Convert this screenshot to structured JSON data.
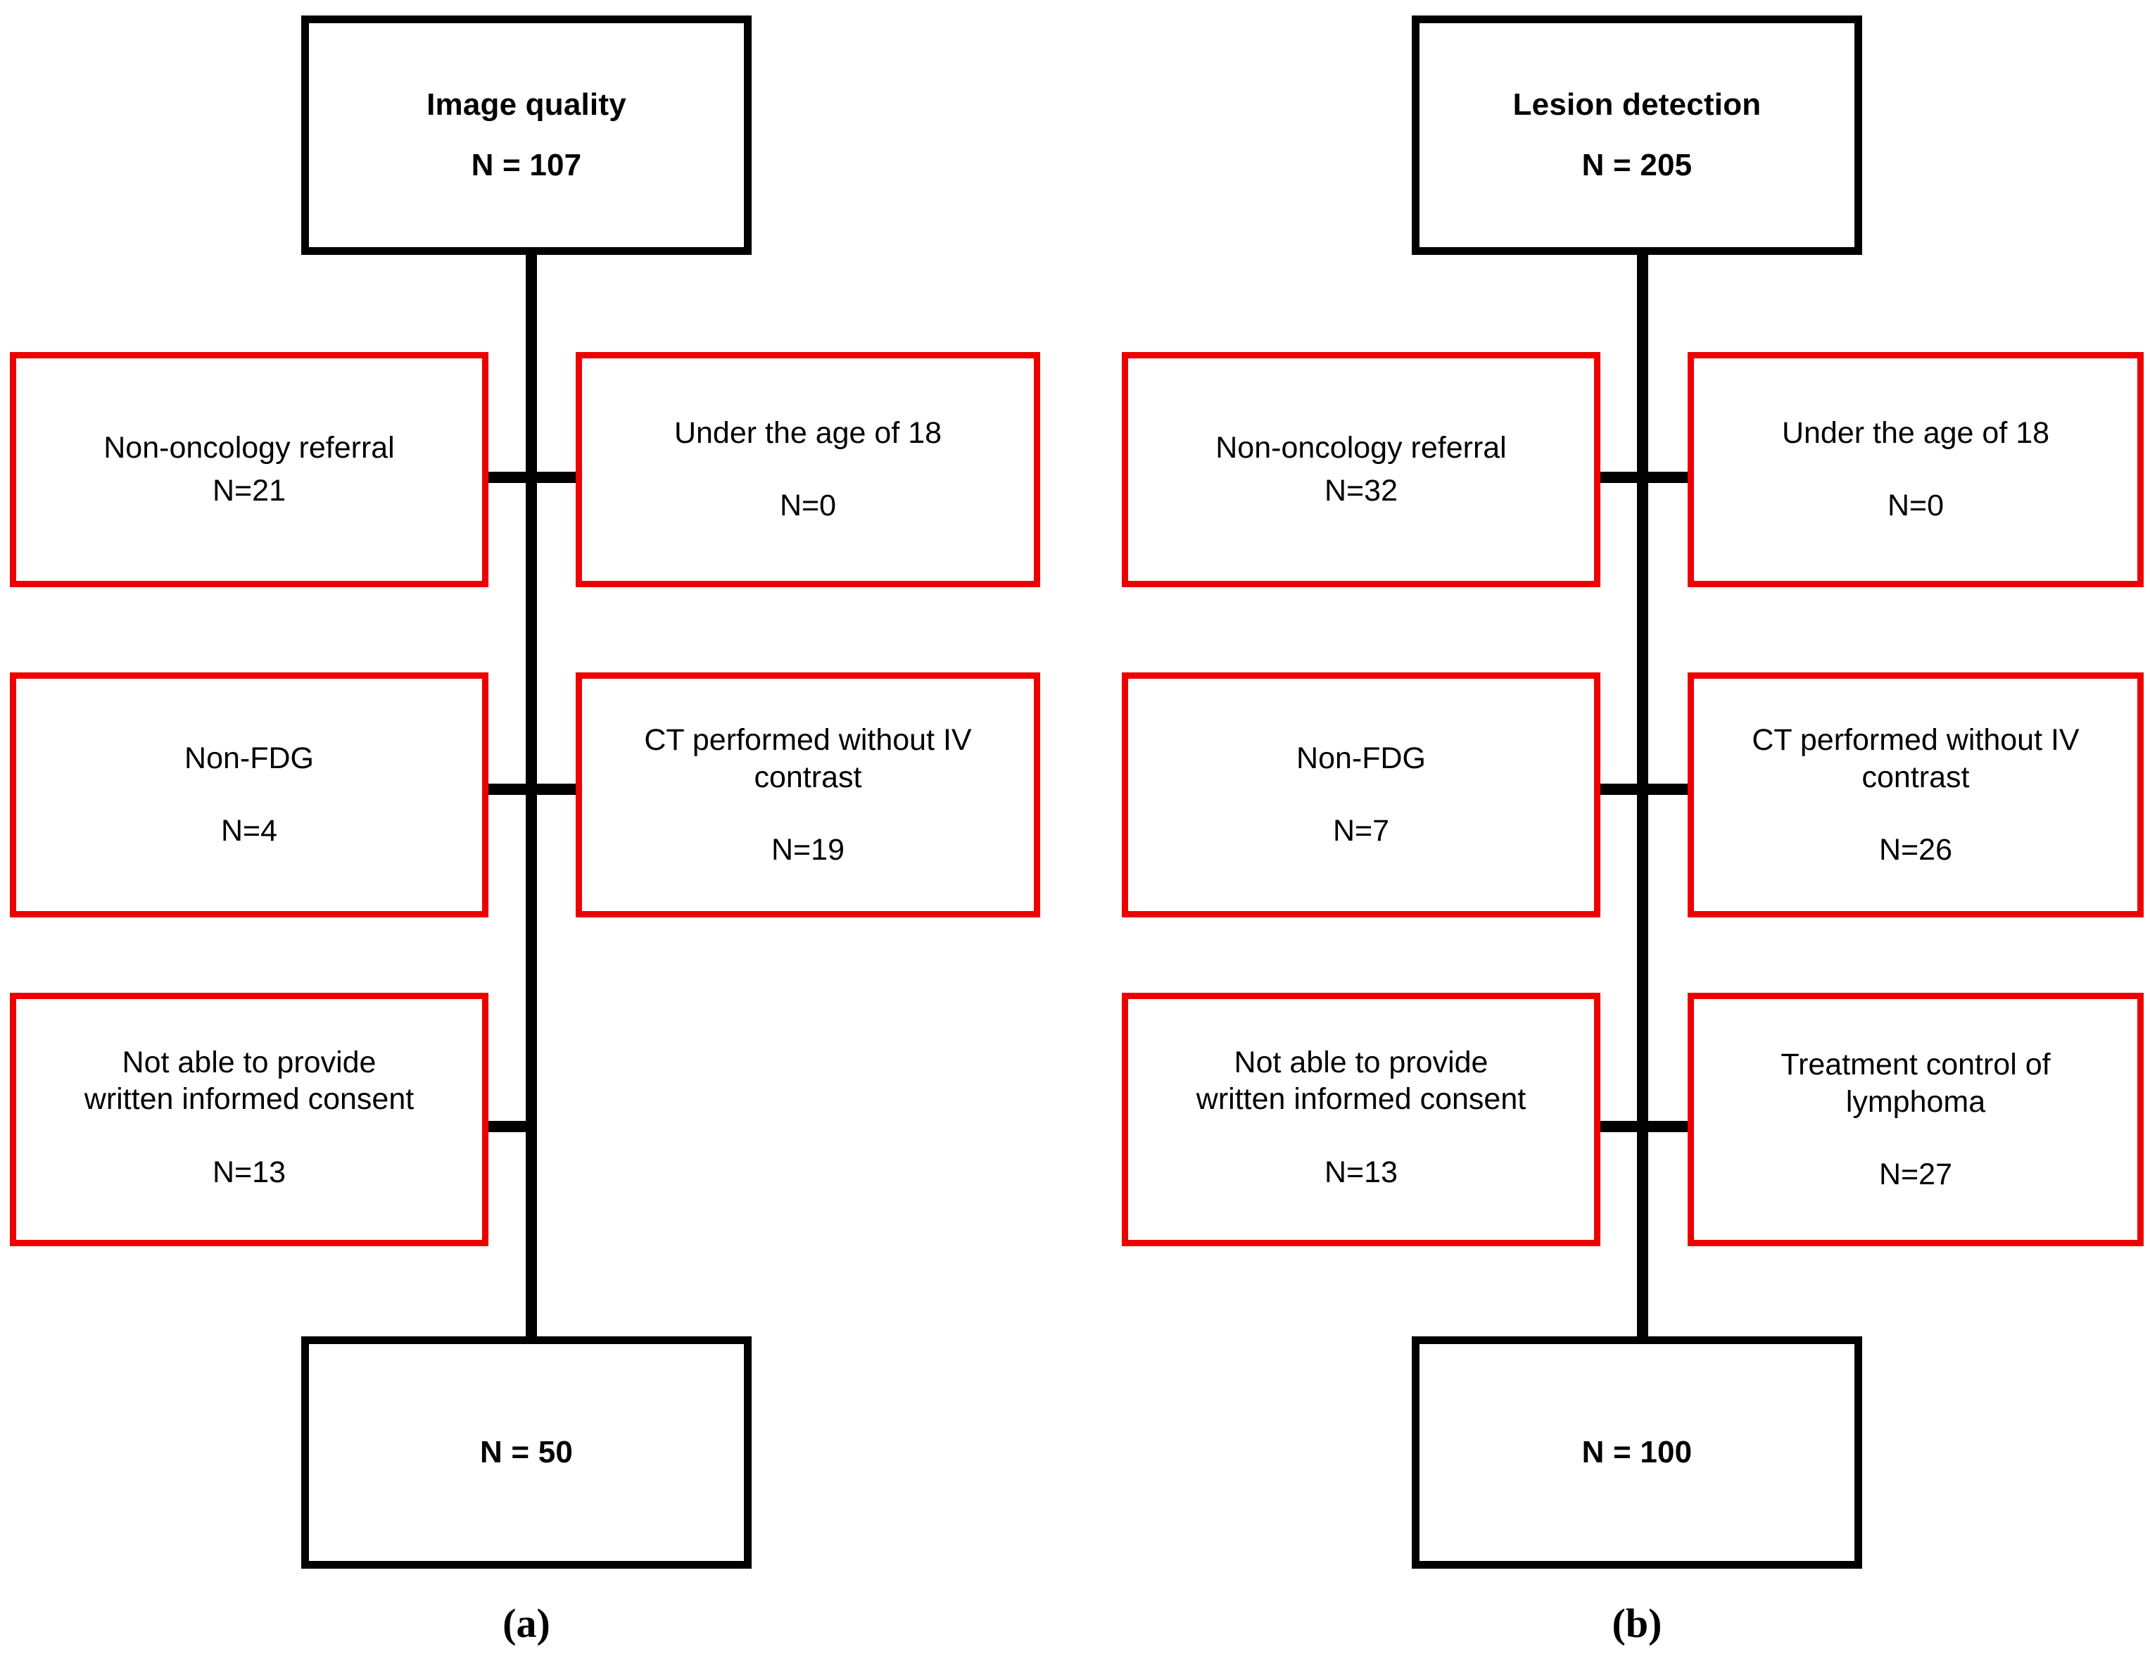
{
  "figure": {
    "type": "flowchart",
    "description": "Two-panel patient-inclusion flowchart with exclusion boxes",
    "colors": {
      "terminal_border": "#000000",
      "exclusion_border": "#ee0000",
      "background": "#ffffff",
      "text": "#000000",
      "connector": "#000000"
    }
  },
  "panels": [
    {
      "caption": "(a)",
      "top": {
        "title": "Image quality",
        "count": "N = 107"
      },
      "exclusions": [
        {
          "side": "left",
          "line1": "Non-oncology referral",
          "line2": "",
          "count": "N=21"
        },
        {
          "side": "right",
          "line1": "Under the age of 18",
          "line2": "",
          "count": "N=0"
        },
        {
          "side": "left",
          "line1": "Non-FDG",
          "line2": "",
          "count": "N=4"
        },
        {
          "side": "right",
          "line1": "CT performed without IV",
          "line2": "contrast",
          "count": "N=19"
        },
        {
          "side": "left",
          "line1": "Not able to provide",
          "line2": "written informed consent",
          "count": "N=13"
        }
      ],
      "bottom": {
        "count": "N = 50"
      }
    },
    {
      "caption": "(b)",
      "top": {
        "title": "Lesion detection",
        "count": "N = 205"
      },
      "exclusions": [
        {
          "side": "left",
          "line1": "Non-oncology referral",
          "line2": "",
          "count": "N=32"
        },
        {
          "side": "right",
          "line1": "Under the age of 18",
          "line2": "",
          "count": "N=0"
        },
        {
          "side": "left",
          "line1": "Non-FDG",
          "line2": "",
          "count": "N=7"
        },
        {
          "side": "right",
          "line1": "CT performed without IV",
          "line2": "contrast",
          "count": "N=26"
        },
        {
          "side": "left",
          "line1": "Not able to provide",
          "line2": "written informed consent",
          "count": "N=13"
        },
        {
          "side": "right",
          "line1": "Treatment control of",
          "line2": "lymphoma",
          "count": "N=27"
        }
      ],
      "bottom": {
        "count": "N = 100"
      }
    }
  ]
}
